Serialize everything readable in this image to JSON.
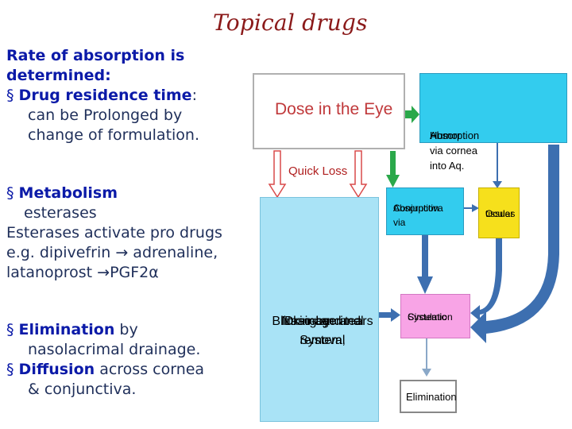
{
  "title": "Topical drugs",
  "left_panel": {
    "rate_heading_1": "Rate of absorption is",
    "rate_heading_2": "determined:",
    "bullet_symbol": "§",
    "residence_bold": "Drug residence time",
    "residence_colon": ":",
    "residence_desc_1": "can be Prolonged by",
    "residence_desc_2": "change of formulation.",
    "metabolism_bold": "Metabolism",
    "metabolism_sub": "esterases",
    "esterases_line": "Esterases activate pro drugs",
    "eg_line": "e.g. dipivefrin → adrenaline,",
    "latanoprost_line": "latanoprost →PGF2α",
    "elimination_bold": "Elimination",
    "elimination_rest": " by",
    "elimination_desc": "nasolacrimal drainage.",
    "diffusion_bold": "Diffusion",
    "diffusion_rest": " across cornea",
    "diffusion_desc": "& conjunctiva."
  },
  "diagram": {
    "dose": "Dose in the Eye",
    "absorption_aq_1": "Absorption via cornea into Aq.",
    "absorption_aq_2": "Humor",
    "quick_loss": "Quick Loss",
    "drainage_1": "Drainage and removal",
    "drainage_2": "by",
    "drainage_3": "Naso-Lacrimal System,",
    "drainage_4": "Blinking and tears",
    "absorption_conj_1": "Absorption via",
    "absorption_conj_2": "Conjunctiva",
    "ocular_1": "Ocular",
    "ocular_2": "tissues",
    "systemic_1": "Systemic",
    "systemic_2": "Circulation",
    "elimination": "Elimination"
  },
  "colors": {
    "title": "#8b1a1a",
    "heading_blue": "#0b1aa8",
    "cyan_box": "#33ccee",
    "light_blue_box": "#a9e3f6",
    "yellow_box": "#f6e01c",
    "pink_box": "#f8a4e6",
    "green_arrow": "#2aa84a",
    "red_arrow": "#c0393b",
    "blue_arrow": "#3d6fb0"
  }
}
